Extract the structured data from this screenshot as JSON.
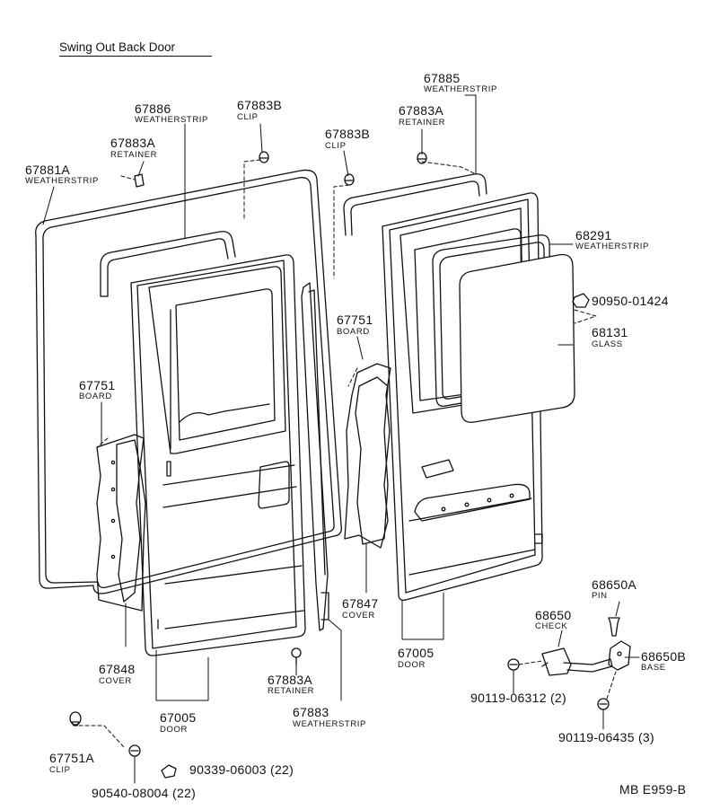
{
  "title": "Swing Out Back Door",
  "diagram_code": "MB E959-B",
  "labels": {
    "l67885": {
      "part_no": "67885",
      "name": "WEATHERSTRIP"
    },
    "l67886": {
      "part_no": "67886",
      "name": "WEATHERSTRIP"
    },
    "l67883B_left": {
      "part_no": "67883B",
      "name": "CLIP"
    },
    "l67883A_topright": {
      "part_no": "67883A",
      "name": "RETAINER"
    },
    "l67883A_left": {
      "part_no": "67883A",
      "name": "RETAINER"
    },
    "l67883B_mid": {
      "part_no": "67883B",
      "name": "CLIP"
    },
    "l67881A": {
      "part_no": "67881A",
      "name": "WEATHERSTRIP"
    },
    "l68291": {
      "part_no": "68291",
      "name": "WEATHERSTRIP"
    },
    "l90950": {
      "part_no": "90950-01424",
      "name": ""
    },
    "l68131": {
      "part_no": "68131",
      "name": "GLASS"
    },
    "l67751_right": {
      "part_no": "67751",
      "name": "BOARD"
    },
    "l67751_left": {
      "part_no": "67751",
      "name": "BOARD"
    },
    "l68650A": {
      "part_no": "68650A",
      "name": "PIN"
    },
    "l68650": {
      "part_no": "68650",
      "name": "CHECK"
    },
    "l68650B": {
      "part_no": "68650B",
      "name": "BASE"
    },
    "l67847": {
      "part_no": "67847",
      "name": "COVER"
    },
    "l67005_right": {
      "part_no": "67005",
      "name": "DOOR"
    },
    "l67848": {
      "part_no": "67848",
      "name": "COVER"
    },
    "l67883A_bottom": {
      "part_no": "67883A",
      "name": "RETAINER"
    },
    "l67883": {
      "part_no": "67883",
      "name": "WEATHERSTRIP"
    },
    "l67005_left": {
      "part_no": "67005",
      "name": "DOOR"
    },
    "l90119_06312": {
      "part_no": "90119-06312 (2)",
      "name": ""
    },
    "l90119_06435": {
      "part_no": "90119-06435 (3)",
      "name": ""
    },
    "l67751A": {
      "part_no": "67751A",
      "name": "CLIP"
    },
    "l90339": {
      "part_no": "90339-06003 (22)",
      "name": ""
    },
    "l90540": {
      "part_no": "90540-08004 (22)",
      "name": ""
    }
  }
}
